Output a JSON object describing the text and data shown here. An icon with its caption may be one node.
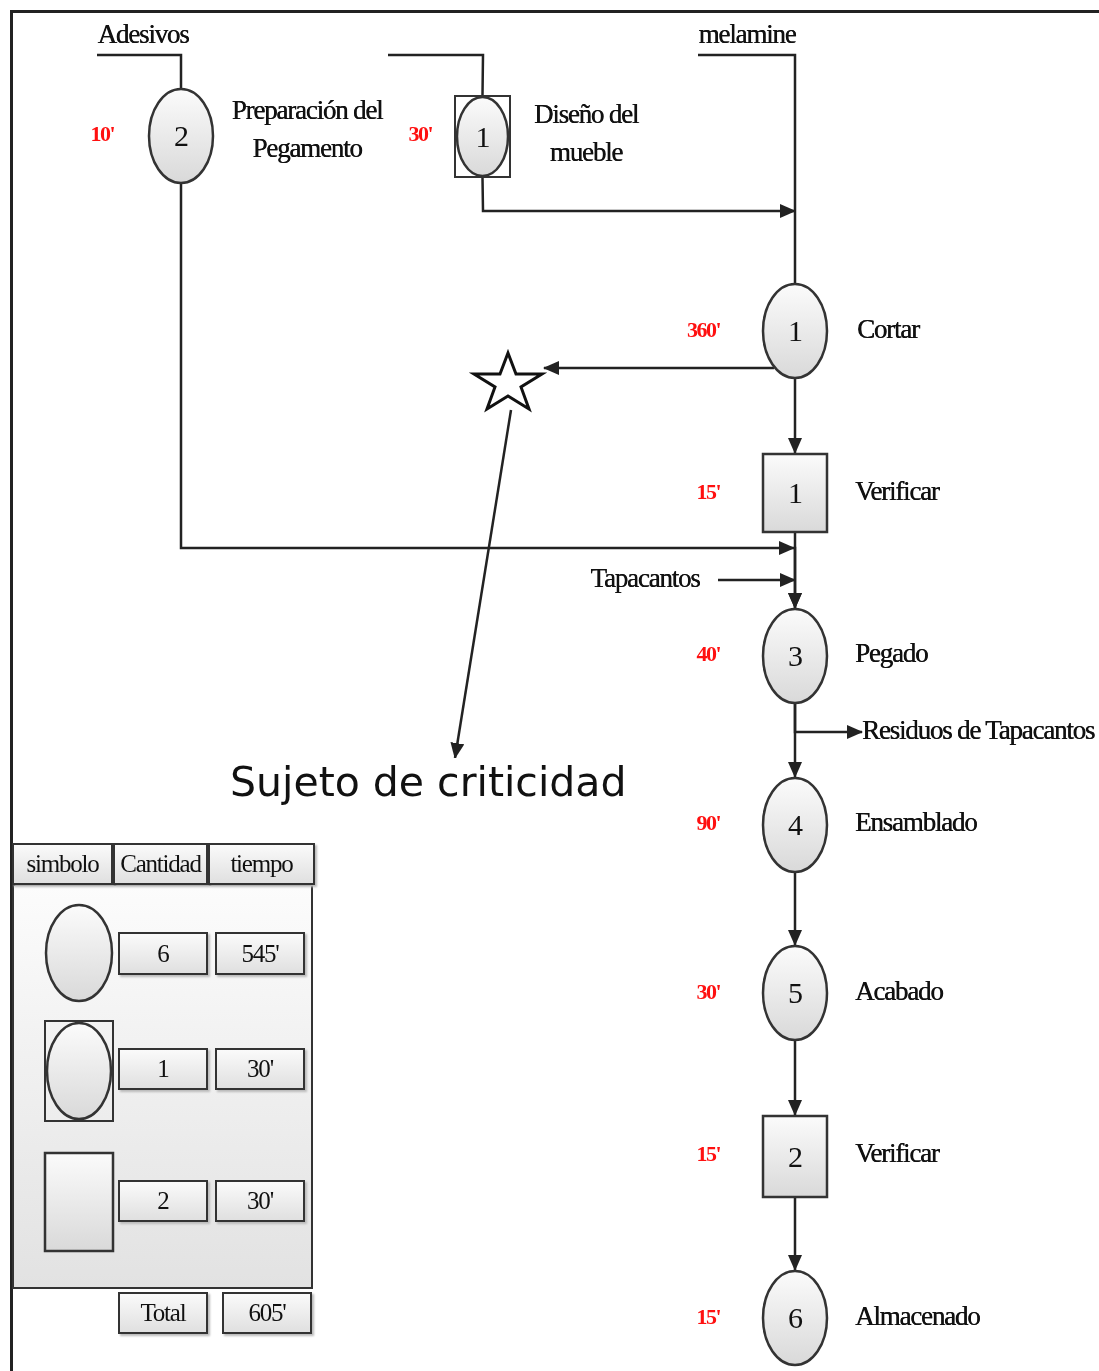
{
  "diagram": {
    "nodes": [
      {
        "text": [
          "Adesivos"
        ]
      },
      {
        "text": [
          "2"
        ],
        "beside": [
          "10'",
          "Preparación del Pegamento"
        ]
      },
      {
        "text": [
          "1"
        ],
        "beside": [
          "30'",
          "Diseño del mueble"
        ]
      },
      {
        "text": [
          "melamine"
        ]
      },
      {
        "text": [
          "1"
        ],
        "beside": [
          "360'",
          "Cortar"
        ]
      },
      {
        "text": [],
        "shape": "star"
      },
      {
        "text": [
          "1"
        ],
        "beside": [
          "15'",
          "Verificar"
        ]
      },
      {
        "text": [
          "Tapacantos"
        ]
      },
      {
        "text": [
          "3"
        ],
        "beside": [
          "40'",
          "Pegado"
        ]
      },
      {
        "text": [
          "Residuos de Tapacantos"
        ]
      },
      {
        "text": [
          "4"
        ],
        "beside": [
          "90'",
          "Ensamblado"
        ]
      },
      {
        "text": [
          "5"
        ],
        "beside": [
          "30'",
          "Acabado"
        ]
      },
      {
        "text": [
          "2"
        ],
        "beside": [
          "15'",
          "Verificar"
        ]
      },
      {
        "text": [
          "6"
        ],
        "beside": [
          "15'",
          "Almacenado"
        ]
      },
      {
        "text": [
          "Sujeto de criticidad"
        ]
      }
    ],
    "edges": [
      {
        "from": 0,
        "to": 1,
        "arrow": "none"
      },
      {
        "from": null,
        "to": 2,
        "arrow": "none"
      },
      {
        "from": 3,
        "to": 4,
        "arrow": "none"
      },
      {
        "from": 2,
        "to": 4,
        "arrow": "to"
      },
      {
        "from": 4,
        "to": 5,
        "arrow": "to"
      },
      {
        "from": 4,
        "to": 6,
        "arrow": "to"
      },
      {
        "from": 5,
        "to": 14,
        "arrow": "to"
      },
      {
        "from": 1,
        "to": 8,
        "arrow": "to"
      },
      {
        "from": 6,
        "to": 8,
        "arrow": "to"
      },
      {
        "from": 7,
        "to": 8,
        "arrow": "to"
      },
      {
        "from": 8,
        "to": 9,
        "arrow": "to"
      },
      {
        "from": 8,
        "to": 10,
        "arrow": "to"
      },
      {
        "from": 10,
        "to": 11,
        "arrow": "to"
      },
      {
        "from": 11,
        "to": 12,
        "arrow": "to"
      },
      {
        "from": 12,
        "to": 13,
        "arrow": "to"
      }
    ],
    "labels": [
      "simbolo",
      "Cantidad",
      "tiempo",
      "6",
      "545'",
      "1",
      "30'",
      "2",
      "30'",
      "Total",
      "605'"
    ]
  }
}
